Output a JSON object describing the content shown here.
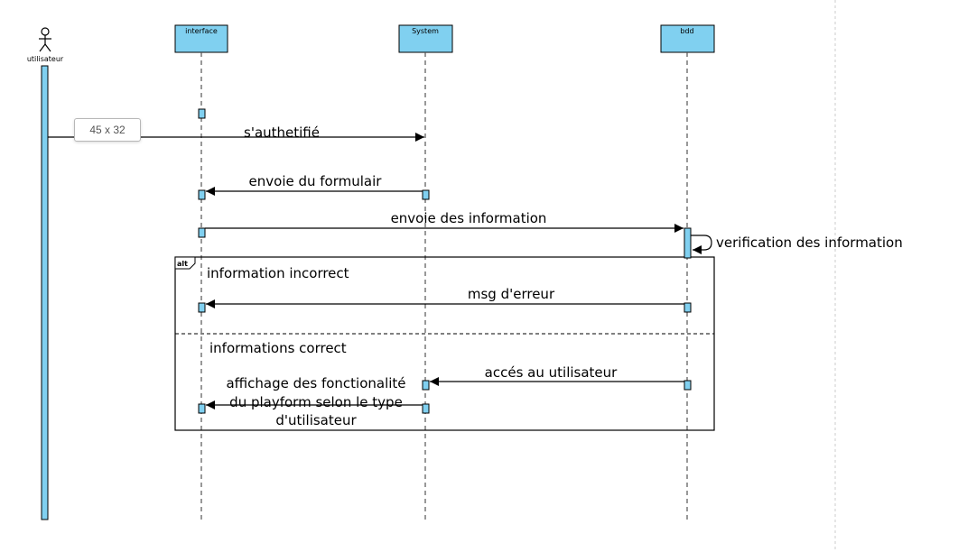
{
  "colors": {
    "lifeline_fill": "#80d0f0",
    "stroke": "#000000",
    "dashed_line": "#555555",
    "canvas_border": "#cccccc"
  },
  "actor": {
    "label": "utilisateur"
  },
  "participants": {
    "interface": "interface",
    "system": "System",
    "bdd": "bdd"
  },
  "messages": {
    "authenticate": "s'authetifié",
    "send_form": "envoie du formulair",
    "send_info": "envoie des information",
    "verify": "verification des information",
    "error_msg": "msg d'erreur",
    "user_access": "accés au utilisateur",
    "display_line1": "affichage des fonctionalité",
    "display_line2": "du playform selon le type",
    "display_line3": "d'utilisateur"
  },
  "fragment": {
    "operator": "alt",
    "guard_incorrect": "information incorrect",
    "guard_correct": "informations correct"
  },
  "tooltip": {
    "text": "45 x 32"
  }
}
